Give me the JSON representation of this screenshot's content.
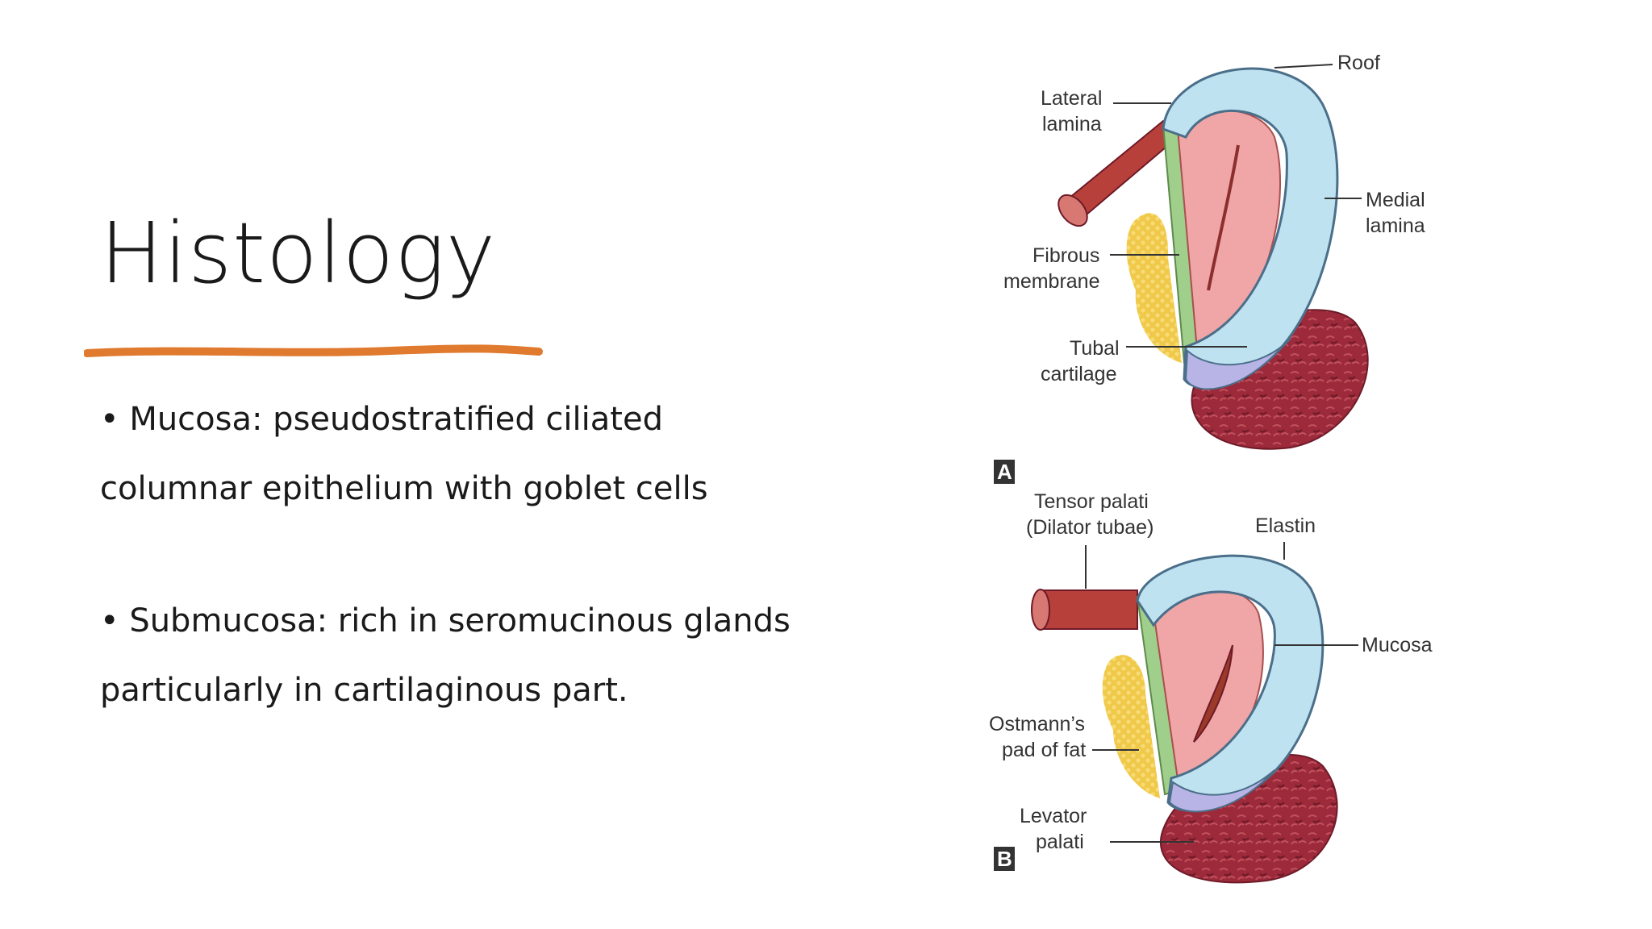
{
  "slide": {
    "title": "Histology",
    "bullets": [
      {
        "lines": [
          "Mucosa: pseudostratified ciliated",
          "columnar epithelium with goblet cells"
        ]
      },
      {
        "lines": [
          "Submucosa: rich in seromucinous glands",
          "particularly  in cartilaginous part."
        ]
      }
    ],
    "accent_color": "#e07a2f"
  },
  "figure": {
    "panel_a": {
      "badge": "A",
      "labels": {
        "roof": "Roof",
        "lateral_lamina_1": "Lateral",
        "lateral_lamina_2": "lamina",
        "medial_lamina_1": "Medial",
        "medial_lamina_2": "lamina",
        "fibrous_membrane_1": "Fibrous",
        "fibrous_membrane_2": "membrane",
        "tubal_cartilage_1": "Tubal",
        "tubal_cartilage_2": "cartilage"
      }
    },
    "panel_b": {
      "badge": "B",
      "labels": {
        "tensor_palati_1": "Tensor palati",
        "tensor_palati_2": "(Dilator tubae)",
        "elastin": "Elastin",
        "mucosa": "Mucosa",
        "ostmann_1": "Ostmann’s",
        "ostmann_2": "pad of fat",
        "levator_1": "Levator",
        "levator_2": "palati"
      }
    }
  }
}
